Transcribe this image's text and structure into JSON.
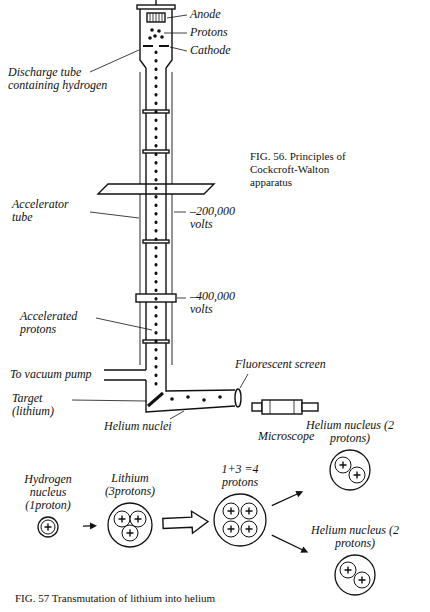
{
  "diagram": {
    "caption": "FIG. 57 Transmutation of lithium into helium",
    "nodes": [
      {
        "text": [
          "Hydrogen nucleus (1proton)"
        ]
      },
      {
        "text": [
          "Lithium (3protons)"
        ]
      },
      {
        "text": [
          "1+3 =4 protons"
        ]
      },
      {
        "text": [
          "Helium nucleus (2 protons)"
        ]
      },
      {
        "text": [
          "Helium nucleus (2 protons)"
        ]
      }
    ],
    "edges": [
      {
        "from": 0,
        "to": 1,
        "arrow": "to"
      },
      {
        "from": 1,
        "to": 2,
        "arrow": "to"
      },
      {
        "from": 2,
        "to": 3,
        "arrow": "to"
      },
      {
        "from": 2,
        "to": 4,
        "arrow": "to"
      }
    ],
    "labels": [
      "Anode",
      "Protons",
      "Cathode",
      "Discharge tube containing hydrogen",
      "Accelerator tube",
      "–200,000 volts",
      "Accelerated protons",
      "–400,000 volts",
      "To vacuum pump",
      "Fluorescent screen",
      "Target (lithium)",
      "Helium nuclei",
      "Microscope",
      "FIG. 56. Principles of Cockcroft-Walton apparatus"
    ]
  }
}
